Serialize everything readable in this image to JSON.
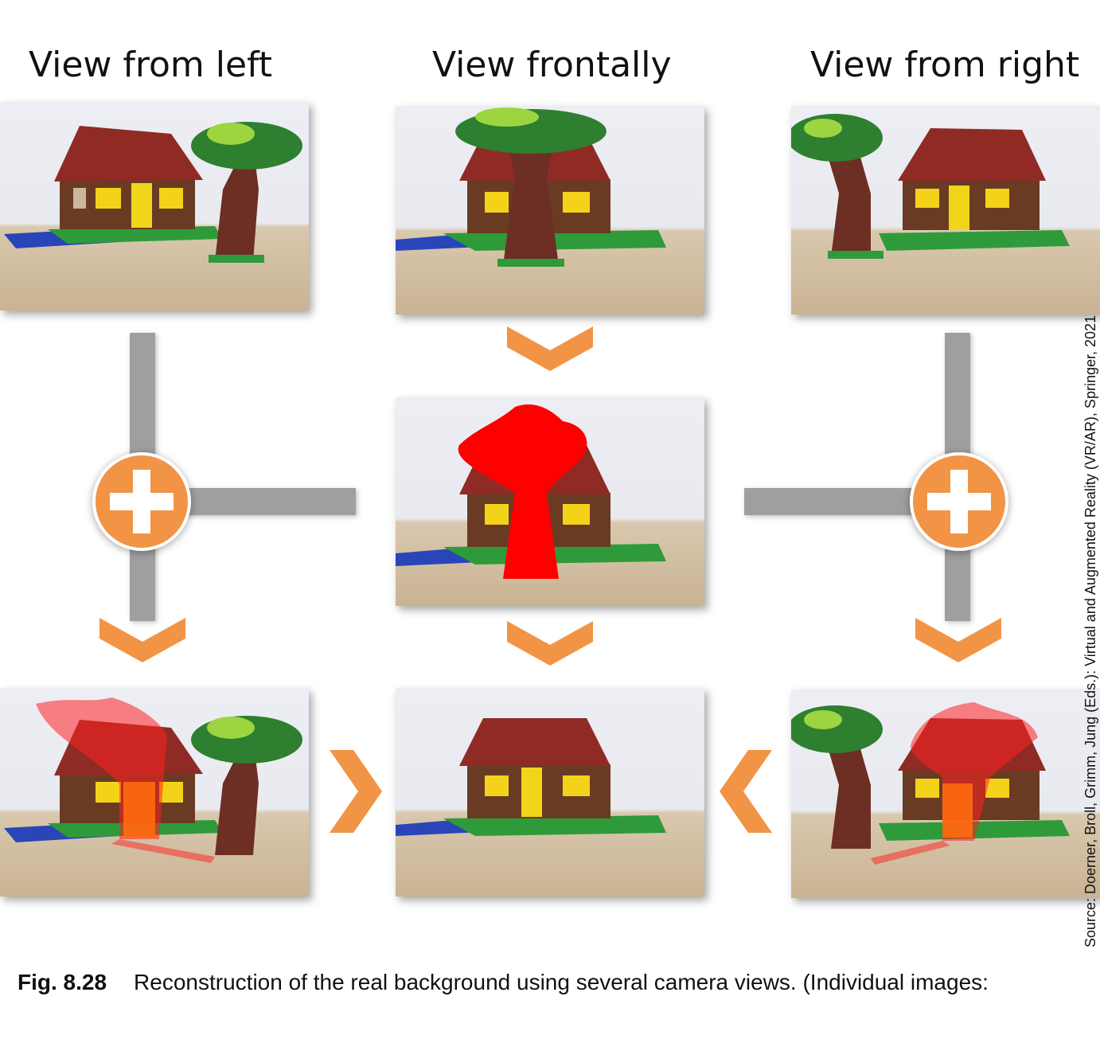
{
  "titles": {
    "left": "View from left",
    "front": "View frontally",
    "right": "View from right"
  },
  "caption": {
    "label": "Fig. 8.28",
    "text": "Reconstruction of the real background using several camera views. (Individual images:"
  },
  "source": "Source: Doerner, Broll, Grimm, Jung (Eds.): Virtual and Augmented Reality (VR/AR), Springer, 2021",
  "colors": {
    "accent": "#f29445",
    "connector": "#9f9f9f",
    "mask": "#ff0000"
  },
  "icons": [
    "plus-icon",
    "chevron-down-icon",
    "chevron-right-icon",
    "chevron-left-icon"
  ]
}
